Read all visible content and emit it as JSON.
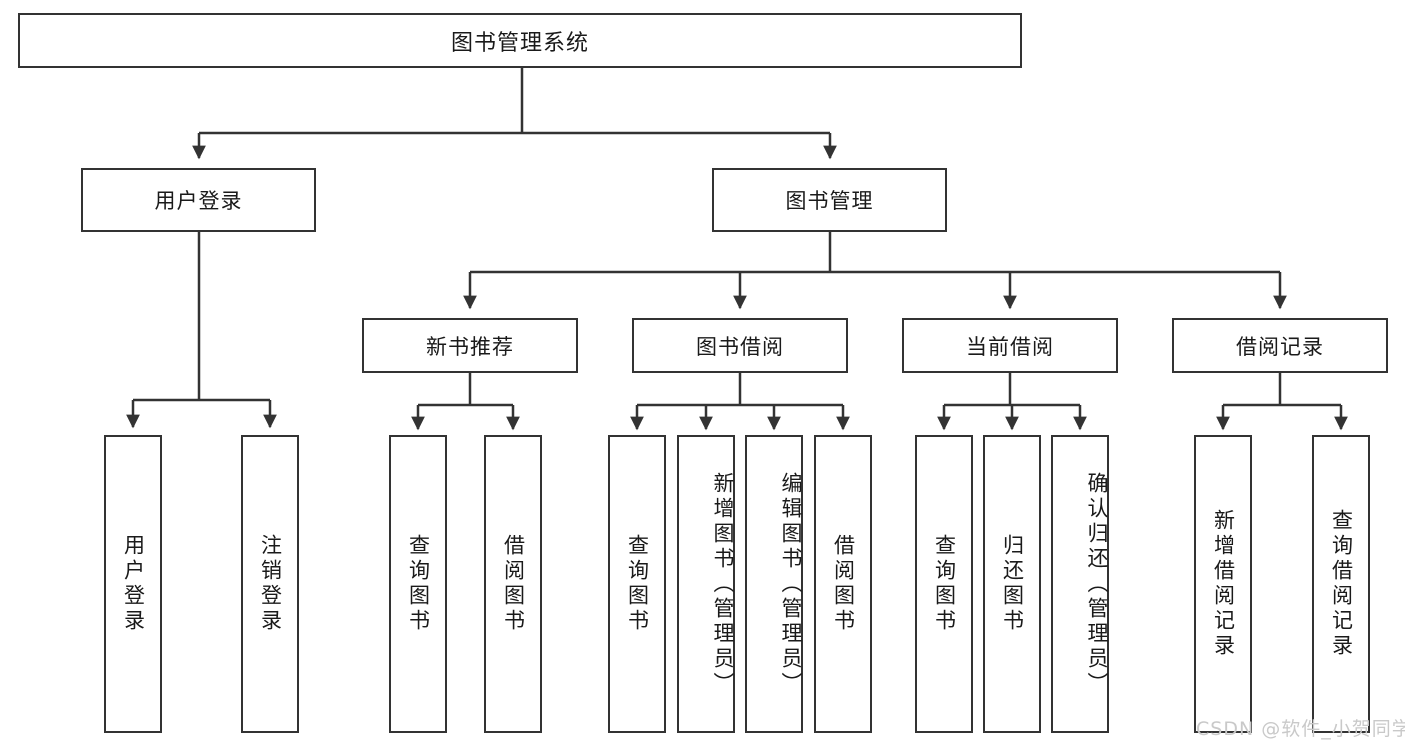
{
  "diagram": {
    "type": "tree",
    "title": "图书管理系统",
    "nodes": {
      "root": {
        "label": "图书管理系统"
      },
      "level2": [
        {
          "label": "用户登录"
        },
        {
          "label": "图书管理"
        }
      ],
      "level3": [
        {
          "label": "新书推荐"
        },
        {
          "label": "图书借阅"
        },
        {
          "label": "当前借阅"
        },
        {
          "label": "借阅记录"
        }
      ],
      "leaves": [
        {
          "label": "用户登录",
          "parent": "用户登录"
        },
        {
          "label": "注销登录",
          "parent": "用户登录"
        },
        {
          "label": "查询图书",
          "parent": "新书推荐"
        },
        {
          "label": "借阅图书",
          "parent": "新书推荐"
        },
        {
          "label": "查询图书",
          "parent": "图书借阅"
        },
        {
          "label": "新增图书（管理员）",
          "parent": "图书借阅"
        },
        {
          "label": "编辑图书（管理员）",
          "parent": "图书借阅"
        },
        {
          "label": "借阅图书",
          "parent": "图书借阅"
        },
        {
          "label": "查询图书",
          "parent": "当前借阅"
        },
        {
          "label": "归还图书",
          "parent": "当前借阅"
        },
        {
          "label": "确认归还（管理员）",
          "parent": "当前借阅"
        },
        {
          "label": "新增借阅记录",
          "parent": "借阅记录"
        },
        {
          "label": "查询借阅记录",
          "parent": "借阅记录"
        }
      ]
    },
    "colors": {
      "stroke": "#333333",
      "fill": "#ffffff",
      "text": "#1a1a1a",
      "watermark": "#c9c9c9"
    }
  },
  "watermark": {
    "text": "CSDN @软件_小贺同学"
  }
}
